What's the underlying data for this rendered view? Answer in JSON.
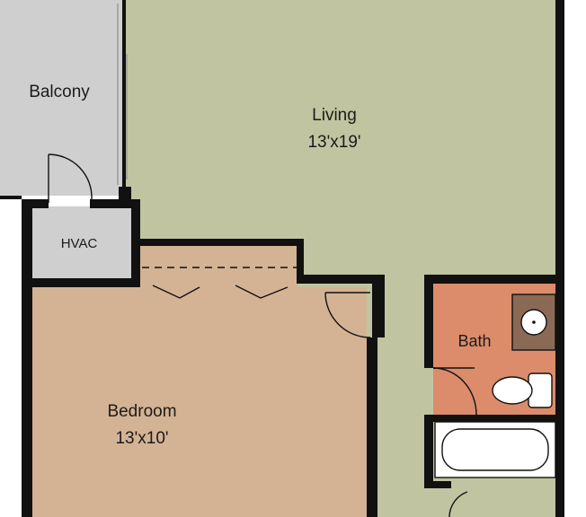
{
  "rooms": {
    "balcony": {
      "name": "Balcony"
    },
    "living": {
      "name": "Living",
      "size": "13'x19'"
    },
    "hvac": {
      "name": "HVAC"
    },
    "bedroom": {
      "name": "Bedroom",
      "size": "13'x10'"
    },
    "bath": {
      "name": "Bath"
    }
  },
  "colors": {
    "living": "#c1c4a0",
    "balcony": "#cfcfcf",
    "hvac": "#cfcfcf",
    "bedroom": "#d4b394",
    "bath": "#dc8c6b",
    "wall": "#111111",
    "fixture": "#ffffff",
    "vanity": "#8a6a55"
  }
}
